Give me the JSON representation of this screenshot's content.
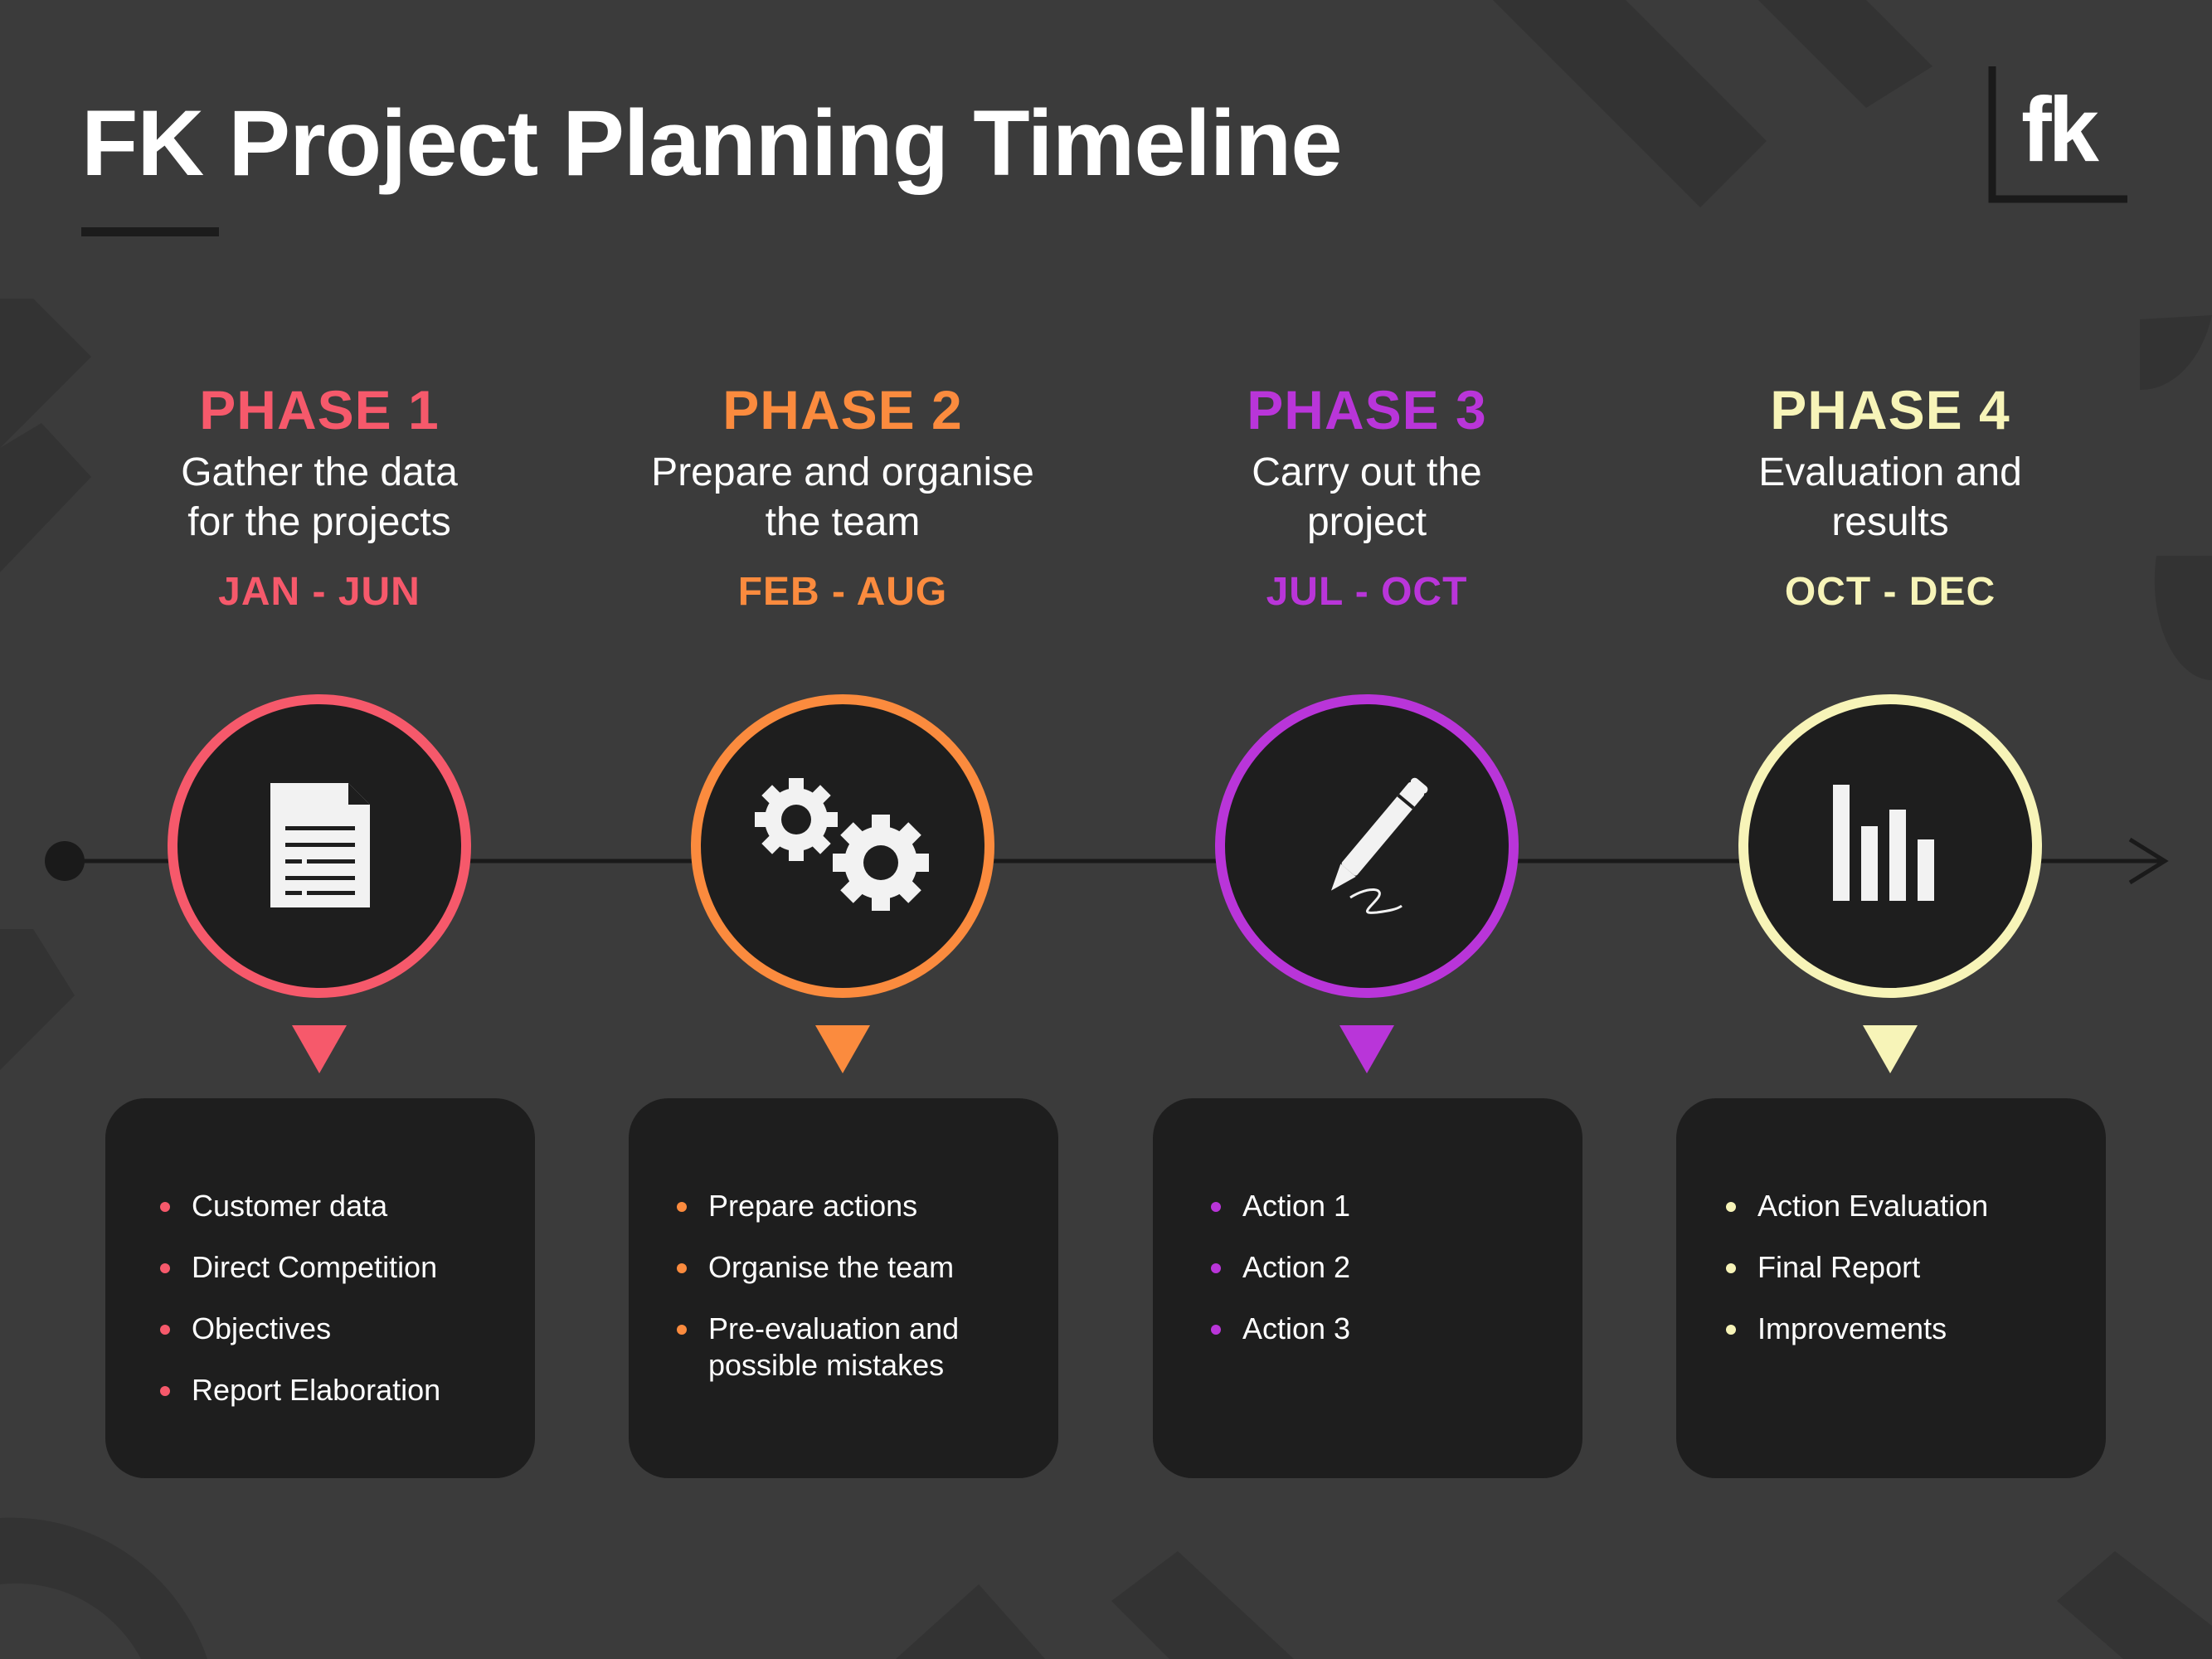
{
  "title": "FK Project Planning Timeline",
  "logo": "fk",
  "colors": {
    "background": "#3b3b3b",
    "card": "#1e1e1e",
    "phase1": "#f6596b",
    "phase2": "#fb8b3e",
    "phase3": "#b935d9",
    "phase4": "#f7f4b8"
  },
  "phases": [
    {
      "title": "PHASE 1",
      "desc_line1": "Gather the data",
      "desc_line2": "for the projects",
      "date": "JAN - JUN",
      "icon": "document-icon",
      "items": [
        "Customer data",
        "Direct Competition",
        "Objectives",
        "Report Elaboration"
      ]
    },
    {
      "title": "PHASE 2",
      "desc_line1": "Prepare and organise",
      "desc_line2": "the team",
      "date": "FEB - AUG",
      "icon": "gears-icon",
      "items": [
        "Prepare actions",
        "Organise the team",
        "Pre-evaluation and possible mistakes"
      ]
    },
    {
      "title": "PHASE 3",
      "desc_line1": "Carry out the",
      "desc_line2": "project",
      "date": "JUL - OCT",
      "icon": "pen-signature-icon",
      "items": [
        "Action 1",
        "Action 2",
        "Action 3"
      ]
    },
    {
      "title": "PHASE 4",
      "desc_line1": "Evaluation and",
      "desc_line2": "results",
      "date": "OCT - DEC",
      "icon": "bar-chart-icon",
      "items": [
        "Action Evaluation",
        "Final Report",
        "Improvements"
      ]
    }
  ]
}
